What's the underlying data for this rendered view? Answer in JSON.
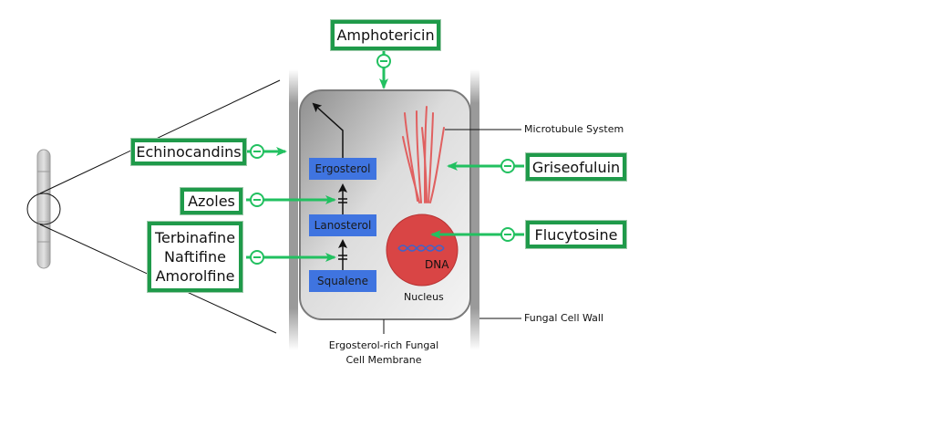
{
  "drugs": {
    "amphotericin": "Amphotericin",
    "echinocandins": "Echinocandins",
    "azoles": "Azoles",
    "allylamines": [
      "Terbinafine",
      "Naftifine",
      "Amorolfine"
    ],
    "griseofulvin": "Griseofuluin",
    "flucytosine": "Flucytosine"
  },
  "pathway": {
    "ergosterol": "Ergosterol",
    "lanosterol": "Lanosterol",
    "squalene": "Squalene"
  },
  "cell_labels": {
    "dna": "DNA",
    "nucleus": "Nucleus",
    "microtubule_system": "Microtubule System",
    "fungal_cell_wall": "Fungal Cell Wall",
    "membrane": [
      "Ergosterol-rich Fungal",
      "Cell Membrane"
    ]
  },
  "inhibit_symbol": "−",
  "colors": {
    "drug_border": "#1f9a4a",
    "arrow_green": "#22c060",
    "pathway_box": "#3f74e0",
    "nucleus": "#d94545",
    "microtubule": "#e06060"
  }
}
